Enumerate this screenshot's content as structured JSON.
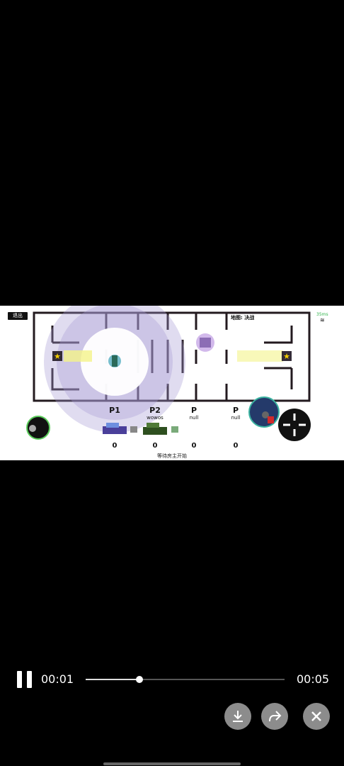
{
  "game": {
    "exit_label": "退出",
    "fps": "35ms",
    "mode": "地图: 决战",
    "players": [
      {
        "name": "P1",
        "sub": ""
      },
      {
        "name": "P2",
        "sub": "wowos"
      },
      {
        "name": "P",
        "sub": "null"
      },
      {
        "name": "P",
        "sub": "null"
      }
    ],
    "scores": [
      "0",
      "0",
      "0",
      "0"
    ],
    "waiting": "等待房主开始"
  },
  "player": {
    "elapsed": "00:01",
    "duration": "00:05",
    "progress": 0.27
  },
  "icons": {
    "pause": "pause-icon",
    "download": "download-icon",
    "share": "share-icon",
    "close": "close-icon",
    "wifi": "wifi-icon",
    "crosshair": "crosshair-icon"
  },
  "colors": {
    "background": "#000000",
    "game_bg": "#ffffff",
    "wall": "#231a1f",
    "fps_green": "#2fb34a",
    "button_gray": "#8c8c8c"
  }
}
